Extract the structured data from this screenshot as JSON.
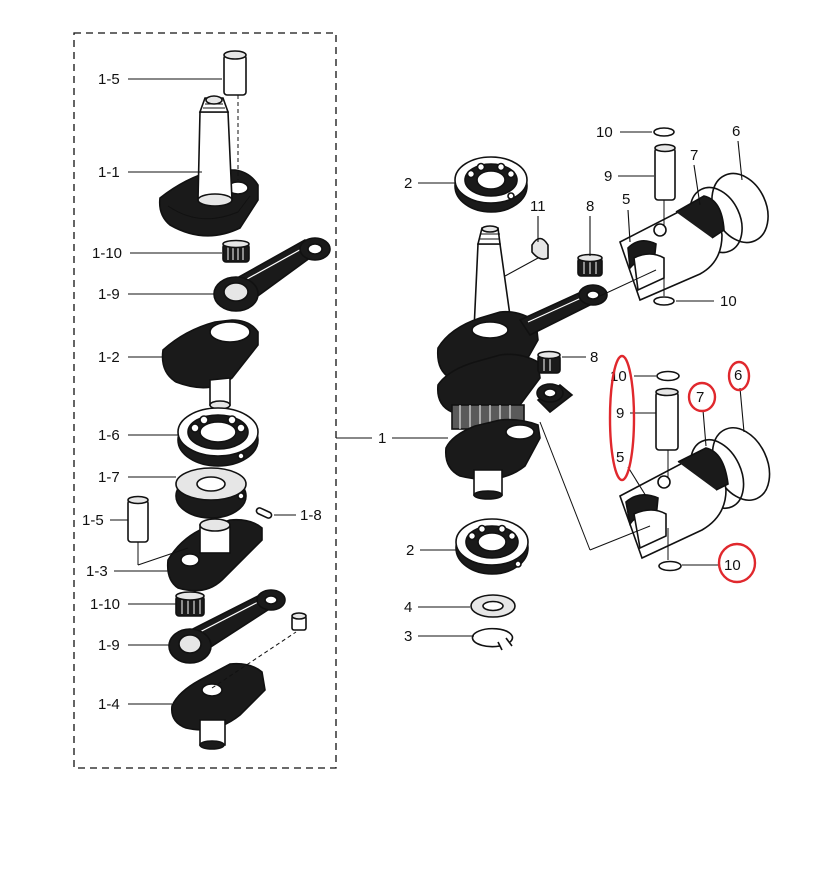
{
  "labels": {
    "l1_5_top": "1-5",
    "l1_1": "1-1",
    "l1_10_top": "1-10",
    "l1_9_top": "1-9",
    "l1_2": "1-2",
    "l1_6": "1-6",
    "l1_7": "1-7",
    "l1_5_bot": "1-5",
    "l1_8": "1-8",
    "l1_3": "1-3",
    "l1_10_bot": "1-10",
    "l1_9_bot": "1-9",
    "l1_4": "1-4",
    "l1": "1",
    "l2_top": "2",
    "l2_bot": "2",
    "l3": "3",
    "l4": "4",
    "l11": "11",
    "l8_top": "8",
    "l8_mid": "8",
    "l5_top": "5",
    "l5_bot": "5",
    "l6_top": "6",
    "l6_bot": "6",
    "l7_top": "7",
    "l7_bot": "7",
    "l9_top": "9",
    "l9_bot": "9",
    "l10_a": "10",
    "l10_b": "10",
    "l10_c": "10",
    "l10_d": "10"
  },
  "colors": {
    "ink": "#111111",
    "highlight": "#e0282d",
    "background": "#ffffff"
  }
}
